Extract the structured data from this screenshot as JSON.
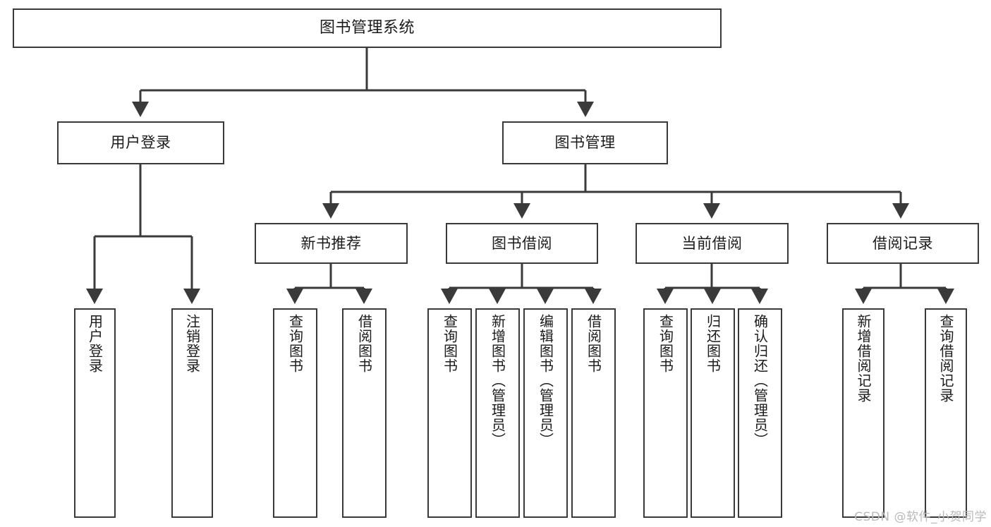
{
  "diagram": {
    "title": "图书管理系统",
    "type": "hierarchy-tree",
    "colors": {
      "box_border": "#3a3a3a",
      "box_fill": "#ffffff",
      "connector": "#3a3a3a",
      "text": "#1b1b1b",
      "watermark": "#b9b9b9",
      "background": "#ffffff"
    },
    "nodes": {
      "root": {
        "label": "图书管理系统"
      },
      "tier2": [
        {
          "id": "user-login",
          "label": "用户登录"
        },
        {
          "id": "book-manage",
          "label": "图书管理"
        }
      ],
      "tier3": [
        {
          "id": "new-book-recommend",
          "label": "新书推荐"
        },
        {
          "id": "book-borrow",
          "label": "图书借阅"
        },
        {
          "id": "current-borrow",
          "label": "当前借阅"
        },
        {
          "id": "borrow-record",
          "label": "借阅记录"
        }
      ],
      "leaves": {
        "user-login": [
          {
            "id": "leaf-user-login",
            "label": "用户登录"
          },
          {
            "id": "leaf-user-logout",
            "label": "注销登录"
          }
        ],
        "new-book-recommend": [
          {
            "id": "leaf-query-book-1",
            "label": "查询图书"
          },
          {
            "id": "leaf-borrow-book-1",
            "label": "借阅图书"
          }
        ],
        "book-borrow": [
          {
            "id": "leaf-query-book-2",
            "label": "查询图书"
          },
          {
            "id": "leaf-add-book",
            "label": "新增图书（管理员）"
          },
          {
            "id": "leaf-edit-book",
            "label": "编辑图书（管理员）"
          },
          {
            "id": "leaf-borrow-book-2",
            "label": "借阅图书"
          }
        ],
        "current-borrow": [
          {
            "id": "leaf-query-book-3",
            "label": "查询图书"
          },
          {
            "id": "leaf-return-book",
            "label": "归还图书"
          },
          {
            "id": "leaf-confirm-return",
            "label": "确认归还（管理员）"
          }
        ],
        "borrow-record": [
          {
            "id": "leaf-add-record",
            "label": "新增借阅记录"
          },
          {
            "id": "leaf-query-record",
            "label": "查询借阅记录"
          }
        ]
      }
    },
    "watermark": "CSDN @软件_小贺同学"
  }
}
